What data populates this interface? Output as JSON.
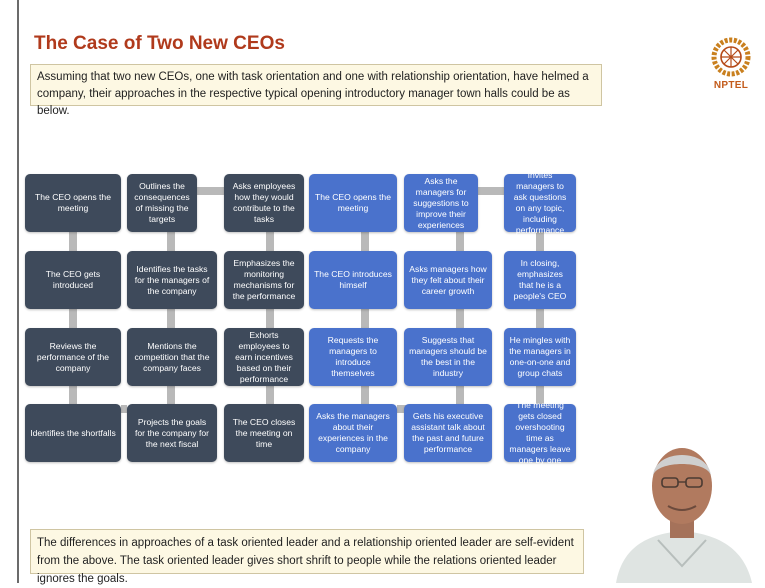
{
  "slide": {
    "title": "The Case of Two New CEOs",
    "intro": "Assuming that two new CEOs, one with task orientation and one with relationship orientation, have helmed a company, their approaches in the respective typical opening introductory manager town halls could be as below.",
    "conclusion": "The differences in approaches of a task oriented leader and a relationship oriented leader are self-evident from the above. The task oriented leader gives short shrift to people while the relations oriented leader ignores the goals."
  },
  "logo": {
    "text": "NPTEL"
  },
  "colors": {
    "task_box": "#3e4a5b",
    "relationship_box": "#4a72cc",
    "title": "#b03a1c"
  },
  "flow": {
    "task_column_1": [
      "The CEO opens the meeting",
      "The CEO gets introduced",
      "Reviews the performance of the company",
      "Identifies the shortfalls"
    ],
    "task_column_2": [
      "Outlines the consequences of missing the targets",
      "Identifies the tasks for the managers of the company",
      "Mentions the competition that the company faces",
      "Projects the goals for the company for the next fiscal"
    ],
    "task_column_3": [
      "Asks employees how they would contribute to the tasks",
      "Emphasizes the monitoring mechanisms for the performance",
      "Exhorts employees to earn incentives based on their performance",
      "The CEO closes the meeting on time"
    ],
    "relationship_column_1": [
      "The CEO opens the meeting",
      "The CEO introduces himself",
      "Requests the managers to introduce themselves",
      "Asks the managers about their experiences in the company"
    ],
    "relationship_column_2": [
      "Asks the managers for suggestions to improve their experiences",
      "Asks managers how they felt about their career growth",
      "Suggests that managers should be the best in the industry",
      "Gets his executive assistant talk about the past and future performance"
    ],
    "relationship_column_3": [
      "Invites managers to ask questions on any topic, including performance",
      "In closing, emphasizes that he is a people's CEO",
      "He mingles with the managers in one-on-one and group chats",
      "The meeting gets closed overshooting time as managers leave one by one"
    ]
  }
}
